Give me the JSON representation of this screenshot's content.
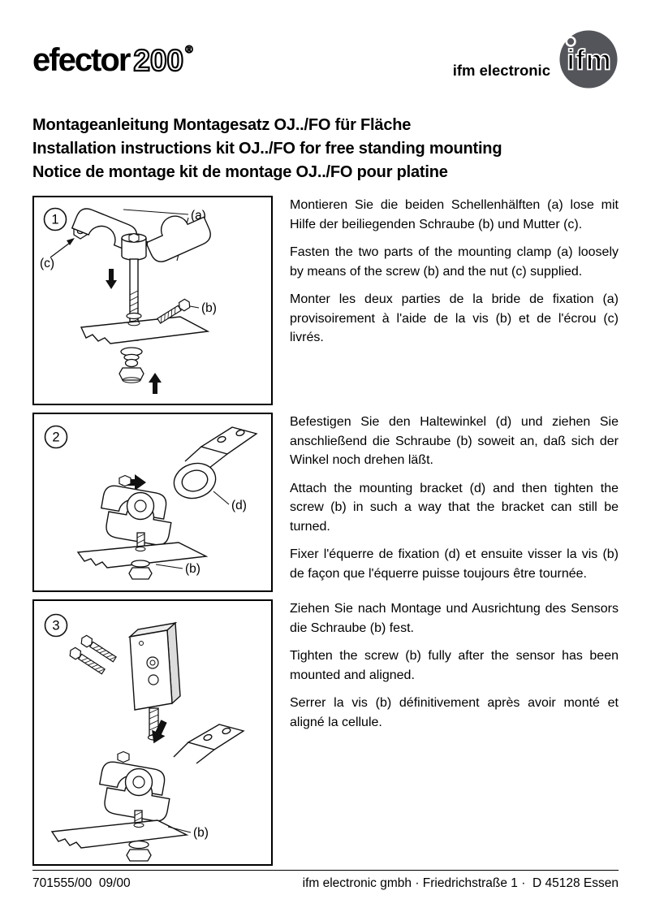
{
  "colors": {
    "ifm_logo_gray": "#54555a",
    "ink": "#000000"
  },
  "header": {
    "brand": {
      "name": "efector",
      "series": "200",
      "reg_mark": "®"
    },
    "company_name": "ifm electronic",
    "logo_text": "ifm"
  },
  "title": {
    "de": "Montageanleitung Montagesatz OJ../FO für Fläche",
    "en": "Installation instructions kit OJ../FO for free standing mounting",
    "fr": "Notice de montage kit de montage OJ../FO pour platine"
  },
  "sections": [
    {
      "number": "1",
      "labels": {
        "a": "(a)",
        "b": "(b)",
        "c": "(c)"
      },
      "paragraphs": [
        "Montieren Sie die beiden Schellenhälften (a) lose mit Hilfe der beiliegenden Schraube (b) und Mutter (c).",
        "Fasten the two parts of the mounting clamp (a) loosely by means of the screw (b) and the nut (c) supplied.",
        "Monter les deux parties de la bride de fixation (a) provisoirement à l'aide de la vis (b) et de l'écrou (c) livrés."
      ]
    },
    {
      "number": "2",
      "labels": {
        "d": "(d)",
        "b": "(b)"
      },
      "paragraphs": [
        "Befestigen Sie den Haltewinkel (d) und ziehen Sie anschließend die Schraube (b) soweit an, daß sich der Winkel noch drehen läßt.",
        "Attach the mounting bracket (d) and then tighten the screw (b) in such a way that the bracket can still be turned.",
        "Fixer l'équerre de fixation (d) et ensuite visser la vis (b) de façon que l'équerre puisse toujours être tournée."
      ]
    },
    {
      "number": "3",
      "labels": {
        "b": "(b)"
      },
      "paragraphs": [
        "Ziehen Sie nach Montage und Ausrichtung des Sensors die Schraube (b) fest.",
        "Tighten the screw (b) fully after the sensor has been mounted and aligned.",
        "Serrer la vis (b) définitivement après avoir monté et aligné la cellule."
      ]
    }
  ],
  "footer": {
    "doc_ref": "701555/00  09/00",
    "address": "ifm electronic gmbh · Friedrichstraße 1 ·  D 45128 Essen"
  }
}
